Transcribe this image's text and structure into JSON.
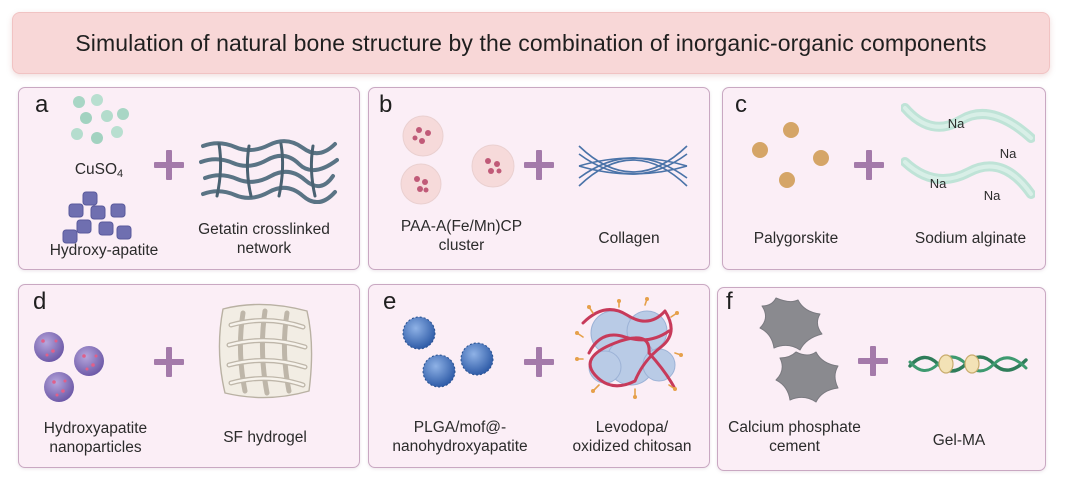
{
  "title": "Simulation of natural bone structure by the combination of inorganic-organic components",
  "colors": {
    "title_bg": "#f8d7d7",
    "panel_bg": "#fbeef6",
    "panel_border": "#c9a8c2",
    "plus": "#a47aaa"
  },
  "panels": [
    {
      "letter": "a",
      "items": [
        {
          "label_main": "CuSO",
          "label_sub": "4",
          "icon": "copper-sulfate-particles-icon"
        },
        {
          "label": "Hydroxy-apatite",
          "icon": "hydroxyapatite-blocks-icon"
        },
        {
          "label_lines": [
            "Getatin crosslinked",
            "network"
          ],
          "icon": "gelatin-network-icon"
        }
      ]
    },
    {
      "letter": "b",
      "items": [
        {
          "label_lines": [
            "PAA-A(Fe/Mn)CP",
            "cluster"
          ],
          "icon": "cluster-spheres-icon"
        },
        {
          "label": "Collagen",
          "icon": "collagen-mesh-icon"
        }
      ]
    },
    {
      "letter": "c",
      "items": [
        {
          "label": "Palygorskite",
          "icon": "palygorskite-particles-icon"
        },
        {
          "label": "Sodium alginate",
          "icon": "alginate-chains-icon",
          "marks": [
            "Na",
            "Na",
            "Na",
            "Na"
          ]
        }
      ]
    },
    {
      "letter": "d",
      "items": [
        {
          "label_lines": [
            "Hydroxyapatite",
            "nanoparticles"
          ],
          "icon": "nanoparticles-icon"
        },
        {
          "label": "SF hydrogel",
          "icon": "sf-hydrogel-sheet-icon"
        }
      ]
    },
    {
      "letter": "e",
      "items": [
        {
          "label_lines": [
            "PLGA/mof@-",
            "nanohydroxyapatite"
          ],
          "icon": "plga-spheres-icon"
        },
        {
          "label_lines": [
            "Levodopa/",
            "oxidized chitosan"
          ],
          "icon": "levodopa-chitosan-icon"
        }
      ]
    },
    {
      "letter": "f",
      "items": [
        {
          "label_lines": [
            "Calcium phosphate",
            "cement"
          ],
          "icon": "calcium-phosphate-cement-icon"
        },
        {
          "label": "Gel-MA",
          "icon": "gelma-helix-icon"
        }
      ]
    }
  ]
}
